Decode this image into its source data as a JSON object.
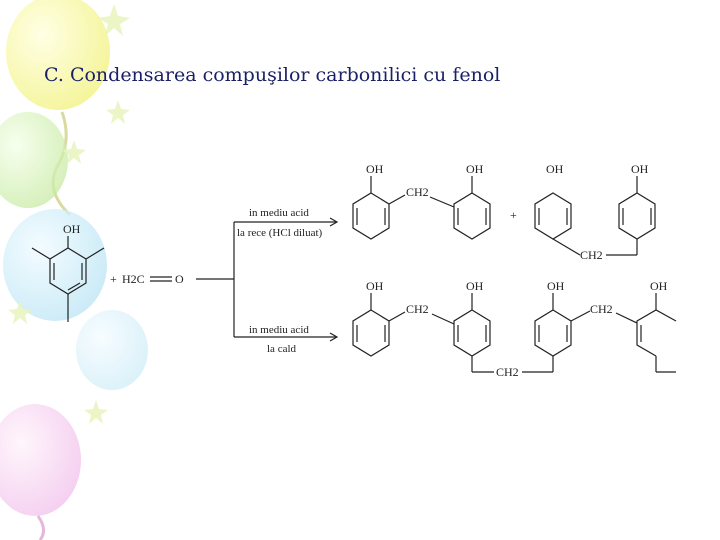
{
  "slide": {
    "title": "C. Condensarea compuşilor carbonilici cu fenol"
  },
  "reactants": {
    "phenol_label": "OH",
    "plus": "+",
    "formaldehyde": "H2C",
    "formaldehyde_oxygen": "O"
  },
  "conditions": {
    "cold_line1": "in mediu acid",
    "cold_line2": "la rece (HCl diluat)",
    "hot_line1": "in mediu acid",
    "hot_line2": "la cald"
  },
  "product_cold": {
    "oh1": "OH",
    "oh2": "OH",
    "oh3": "OH",
    "oh4": "OH",
    "ch2_a": "CH2",
    "ch2_b": "CH2",
    "plus": "+"
  },
  "product_hot": {
    "oh1": "OH",
    "oh2": "OH",
    "oh3": "OH",
    "oh4": "OH",
    "ch2_a": "CH2",
    "ch2_b": "CH2",
    "ch2_c": "CH2"
  },
  "colors": {
    "title": "#1a1f66",
    "ink": "#222222"
  }
}
